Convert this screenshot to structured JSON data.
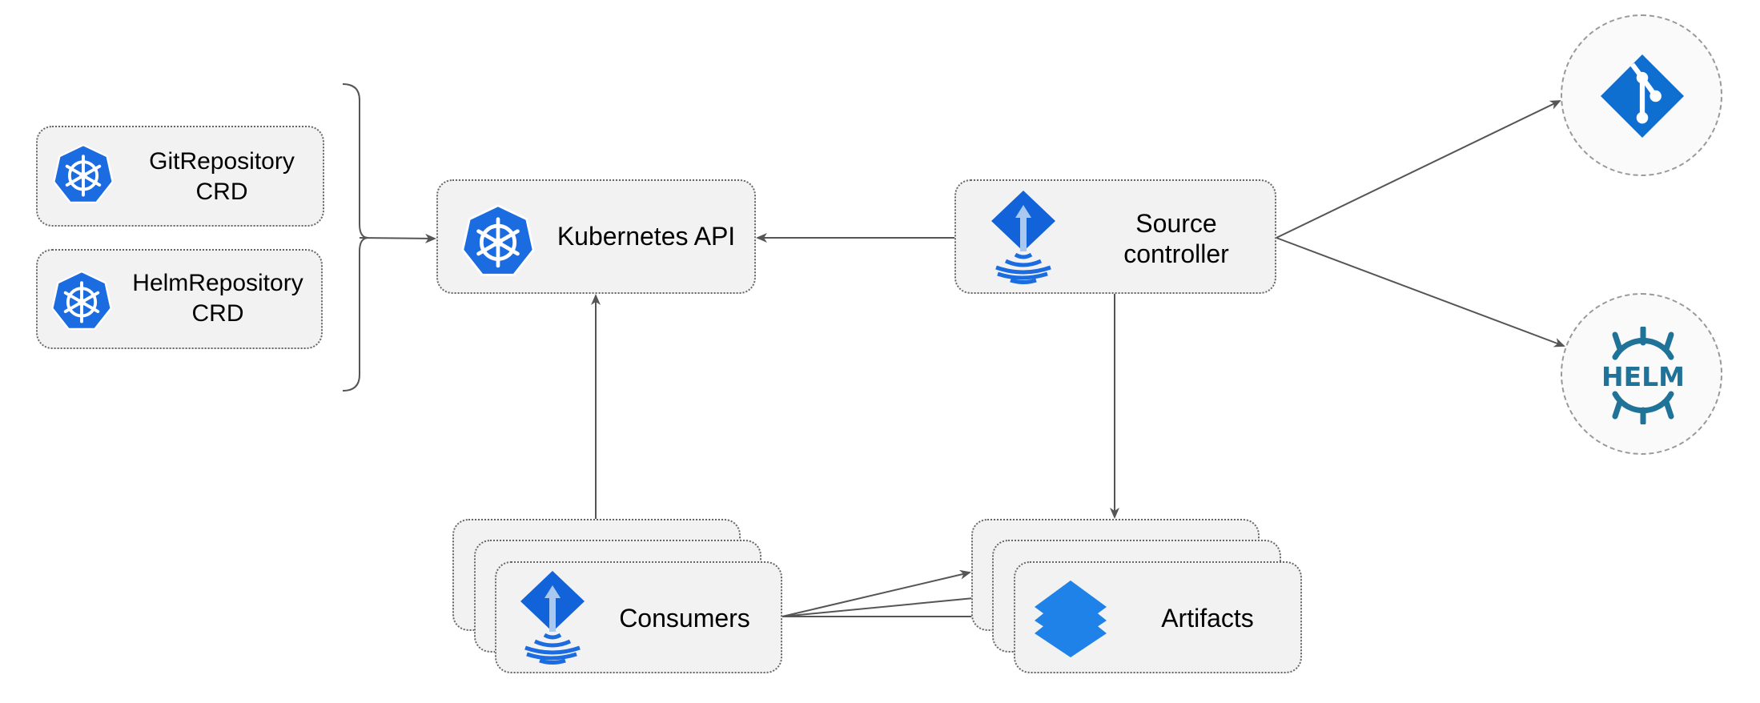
{
  "nodes": {
    "git_repository": {
      "line1": "GitRepository",
      "line2": "CRD",
      "icon": "kubernetes-icon"
    },
    "helm_repository": {
      "line1": "HelmRepository",
      "line2": "CRD",
      "icon": "kubernetes-icon"
    },
    "kubernetes_api": {
      "label": "Kubernetes API",
      "icon": "kubernetes-icon"
    },
    "source_controller": {
      "line1": "Source",
      "line2": "controller",
      "icon": "flux-icon"
    },
    "consumers": {
      "label": "Consumers",
      "icon": "flux-icon"
    },
    "artifacts": {
      "label": "Artifacts",
      "icon": "layers-icon"
    },
    "git": {
      "icon": "git-icon"
    },
    "helm": {
      "icon": "helm-icon",
      "logo_text": "HELM"
    }
  },
  "colors": {
    "kubernetes_blue": "#1a6ce0",
    "git_blue": "#0f6fd1",
    "helm_teal": "#1f7399",
    "box_fill": "#f2f2f2",
    "edge": "#555555"
  }
}
